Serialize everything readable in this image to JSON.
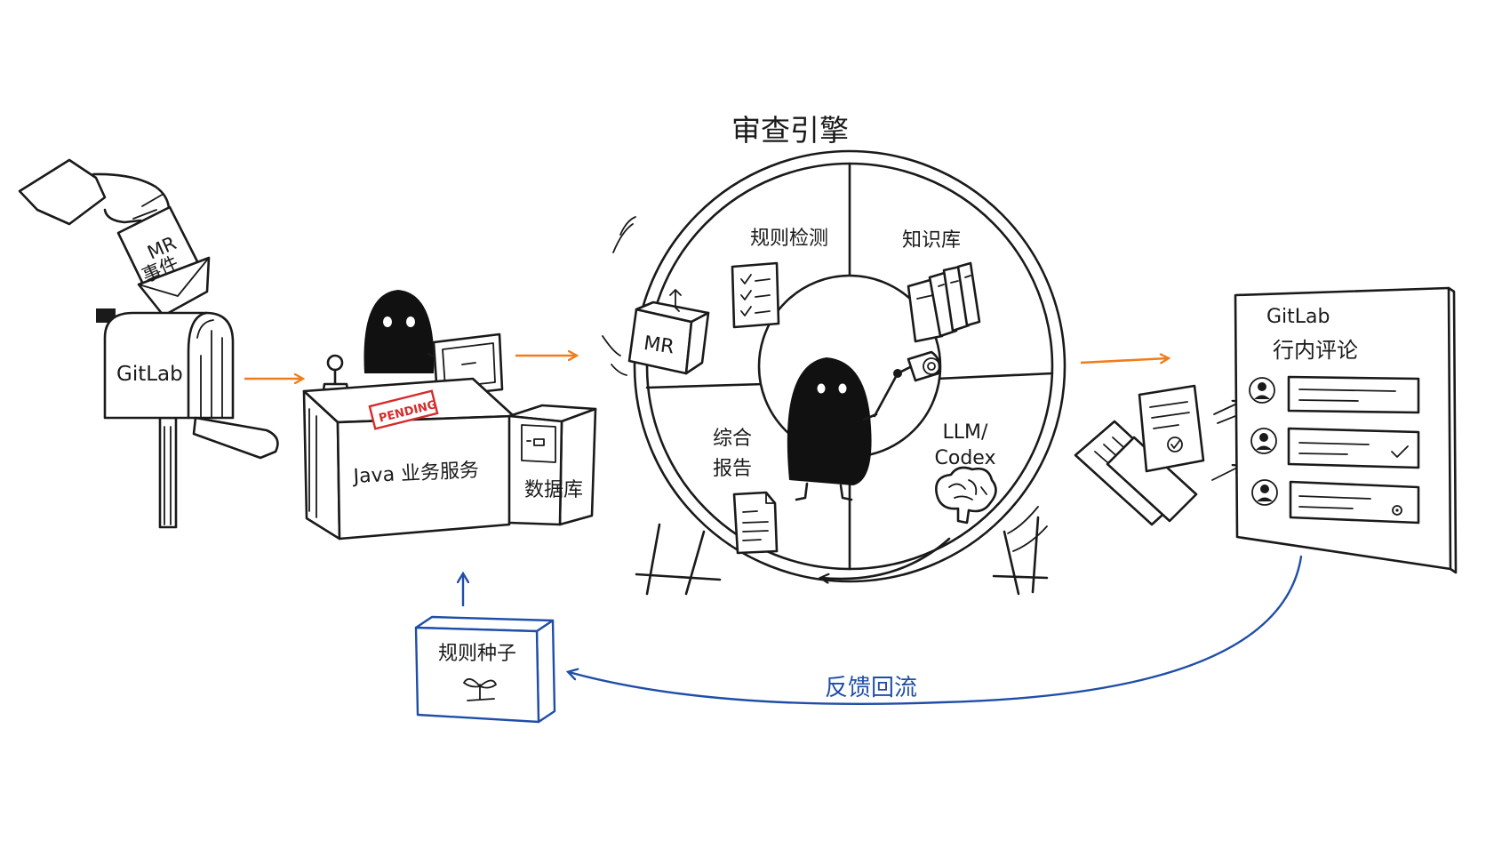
{
  "colors": {
    "ink": "#1a1a1a",
    "flow_arrow": "#f07d1a",
    "feedback": "#1f4ea8",
    "stamp": "#d62b2b"
  },
  "letter": {
    "line1": "MR",
    "line2": "事件"
  },
  "mailbox": {
    "label": "GitLab"
  },
  "desk": {
    "label": "Java 业务服务",
    "stamp": "PENDING"
  },
  "database": {
    "label": "数据库"
  },
  "engine": {
    "title": "审查引擎",
    "cube_label": "MR",
    "quadrants": {
      "rules": "规则检测",
      "kb": "知识库",
      "report_line1": "综合",
      "report_line2": "报告",
      "llm_line1": "LLM/",
      "llm_line2": "Codex"
    }
  },
  "board": {
    "title_line1": "GitLab",
    "title_line2": "行内评论"
  },
  "seed": {
    "label": "规则种子"
  },
  "feedback": {
    "label": "反馈回流"
  },
  "icons": [
    "hand-icon",
    "letter-icon",
    "mailbox-icon",
    "robot-icon",
    "monitor-icon",
    "stamp-icon",
    "server-icon",
    "checklist-icon",
    "books-icon",
    "document-icon",
    "brain-icon",
    "crank-icon",
    "avatar-icon",
    "check-icon",
    "sprout-icon",
    "arrow-icon"
  ]
}
